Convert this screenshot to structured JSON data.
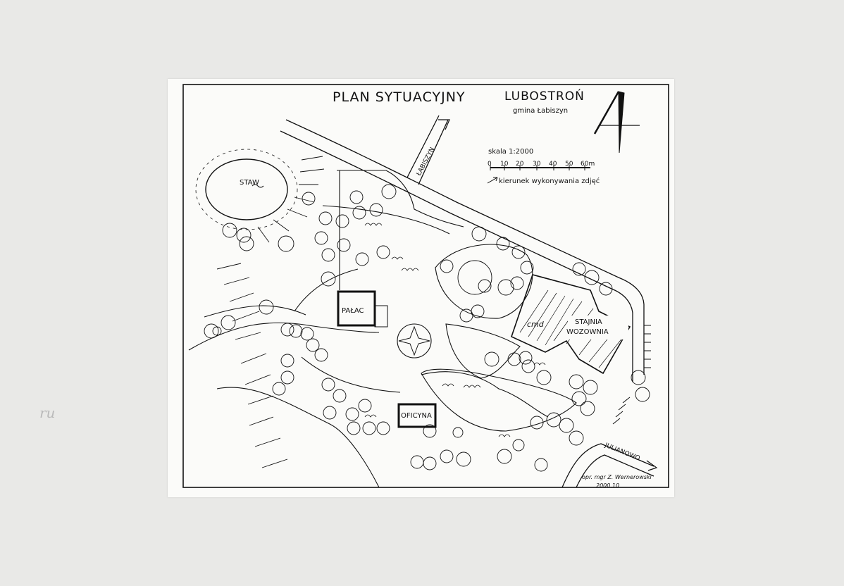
{
  "title": "PLAN SYTUACYJNY",
  "locality": "LUBOSTROŃ",
  "municipality": "gmina Łabiszyn",
  "scale": {
    "label": "skala  1:2000",
    "ticks": [
      "0",
      "10",
      "20",
      "30",
      "40",
      "50",
      "60m"
    ]
  },
  "legend": {
    "photo_direction": "kierunek wykonywania zdjęć"
  },
  "roads": {
    "north": "ŁABISZYN",
    "east": "JULIANOWO"
  },
  "buildings": {
    "palace": "PAŁAC",
    "annex": "OFICYNA",
    "stables": "STAJNIA",
    "coach_house": "WOZOWNIA"
  },
  "water": {
    "pond": "STAW"
  },
  "annotation": "cmd",
  "author": {
    "line1": "opr. mgr Z. Wernerowski",
    "line2": "2000.10"
  },
  "margin_mark": "ru"
}
